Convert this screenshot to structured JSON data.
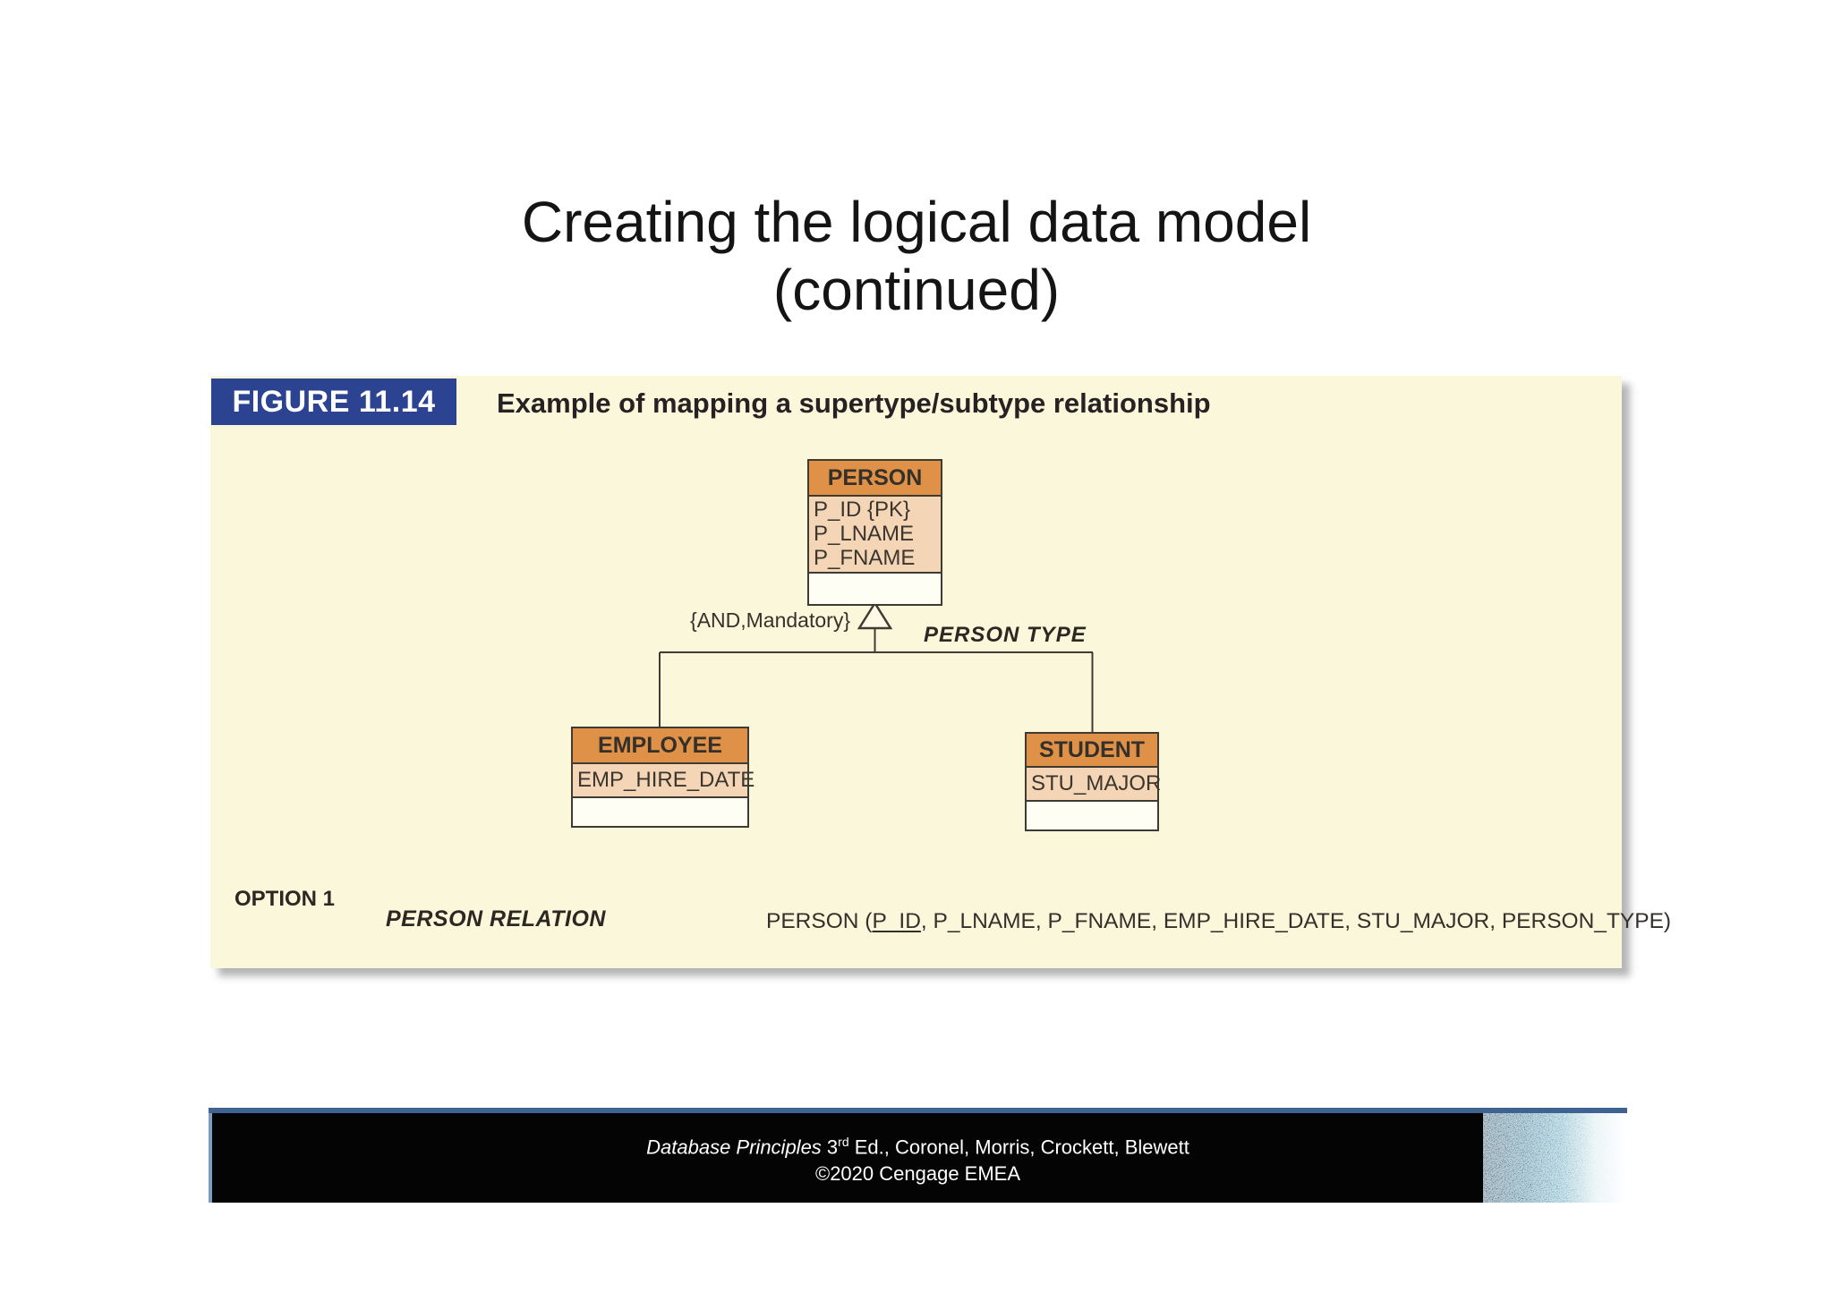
{
  "slide": {
    "title_line1": "Creating the logical data model",
    "title_line2": "(continued)"
  },
  "figure": {
    "label": "FIGURE 11.14",
    "caption": "Example of mapping a supertype/subtype relationship",
    "diagram": {
      "person": {
        "name": "PERSON",
        "attributes": [
          "P_ID {PK}",
          "P_LNAME",
          "P_FNAME"
        ]
      },
      "employee": {
        "name": "EMPLOYEE",
        "attributes": [
          "EMP_HIRE_DATE"
        ]
      },
      "student": {
        "name": "STUDENT",
        "attributes": [
          "STU_MAJOR"
        ]
      },
      "constraint_label": "{AND,Mandatory}",
      "relationship_label": "PERSON TYPE"
    },
    "option_label": "OPTION 1",
    "relation_label": "PERSON RELATION",
    "relation": {
      "prefix": "PERSON (",
      "pk": "P_ID",
      "rest": ", P_LNAME, P_FNAME, EMP_HIRE_DATE, STU_MAJOR, PERSON_TYPE)"
    },
    "colors": {
      "panel_bg": "#FBF7DA",
      "label_bg": "#2B4391",
      "entity_header_bg": "#DF9147",
      "entity_attr_bg": "#F4D6B6",
      "entity_border": "#3F3B33"
    }
  },
  "footer": {
    "book_title": "Database Principles",
    "edition_num": " 3",
    "edition_sup": "rd",
    "authors": " Ed., Coronel, Morris, Crockett, Blewett",
    "copyright": "©2020 Cengage EMEA",
    "accent_color": "#3E6391"
  }
}
